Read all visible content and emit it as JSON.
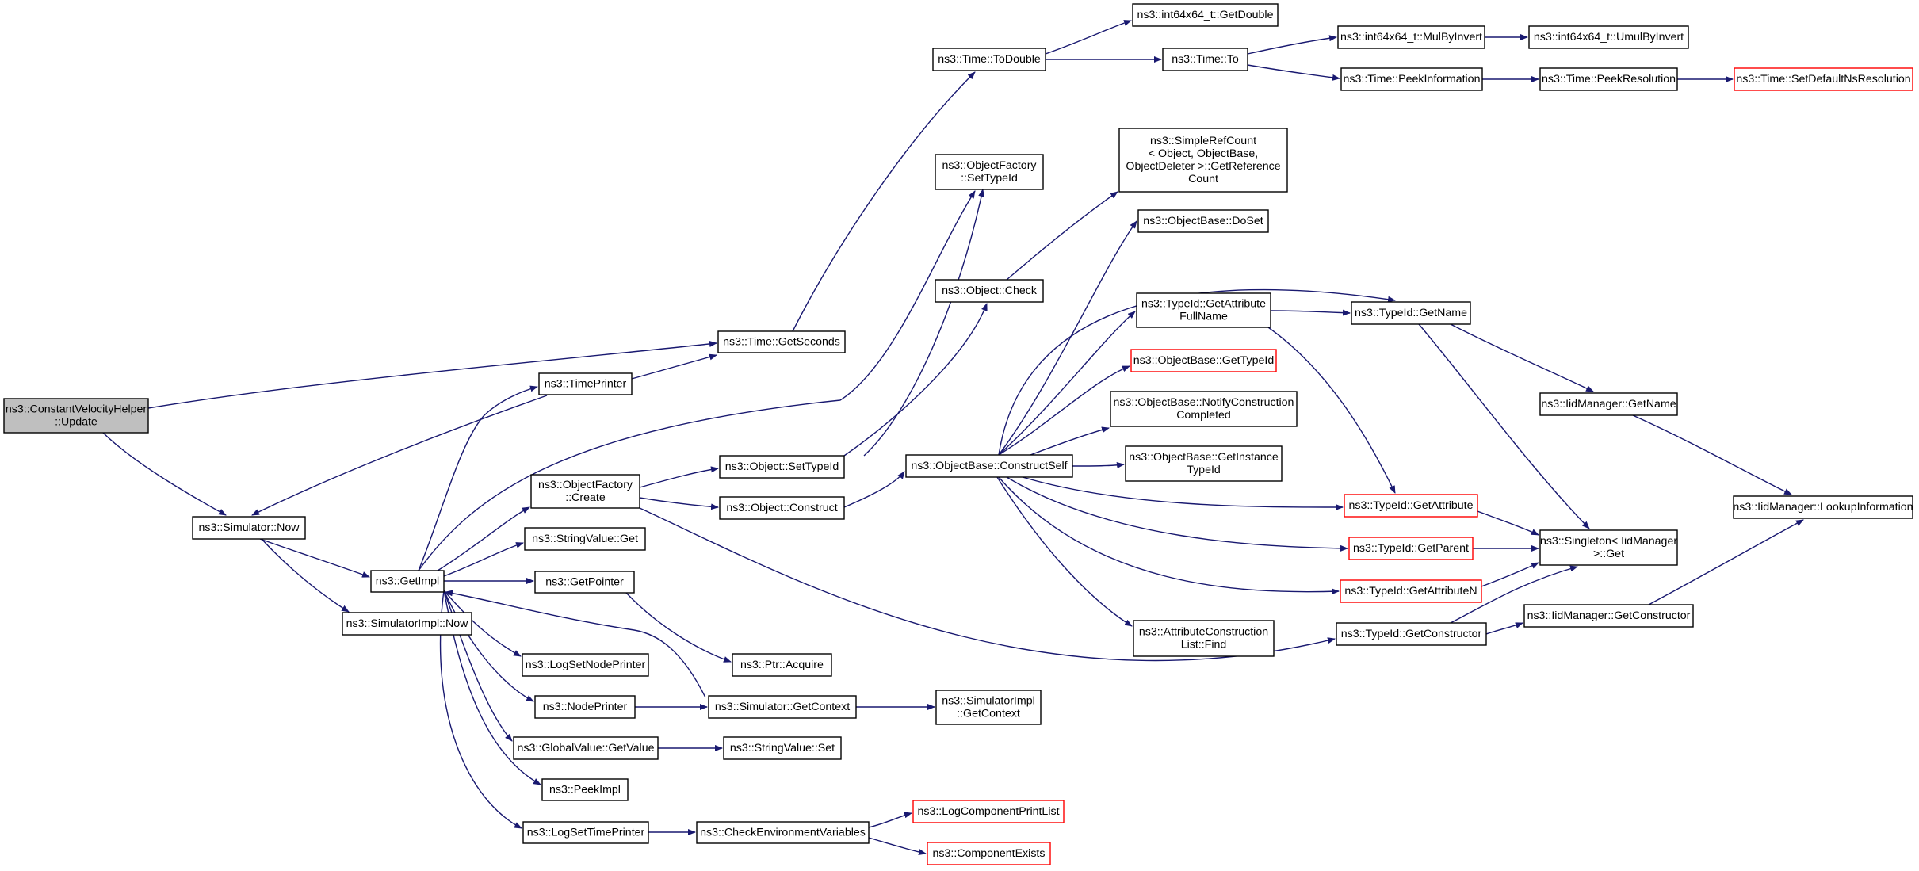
{
  "colors": {
    "edge": "#191970",
    "node_border": "#000000",
    "truncated_border": "#ff0000",
    "root_fill": "#bfbfbf",
    "node_fill": "#ffffff"
  },
  "nodes": [
    {
      "id": "cvh_update",
      "lines": [
        "ns3::ConstantVelocityHelper",
        "::Update"
      ],
      "style": "root"
    },
    {
      "id": "simulator_now",
      "lines": [
        "ns3::Simulator::Now"
      ]
    },
    {
      "id": "getimpl",
      "lines": [
        "ns3::GetImpl"
      ]
    },
    {
      "id": "simulatorimpl_now",
      "lines": [
        "ns3::SimulatorImpl::Now"
      ]
    },
    {
      "id": "timeprinter",
      "lines": [
        "ns3::TimePrinter"
      ]
    },
    {
      "id": "time_getseconds",
      "lines": [
        "ns3::Time::GetSeconds"
      ]
    },
    {
      "id": "objectfactory_create",
      "lines": [
        "ns3::ObjectFactory",
        "::Create"
      ]
    },
    {
      "id": "stringvalue_get",
      "lines": [
        "ns3::StringValue::Get"
      ]
    },
    {
      "id": "getpointer",
      "lines": [
        "ns3::GetPointer"
      ]
    },
    {
      "id": "logsetnodeprinter",
      "lines": [
        "ns3::LogSetNodePrinter"
      ]
    },
    {
      "id": "nodeprinter",
      "lines": [
        "ns3::NodePrinter"
      ]
    },
    {
      "id": "globalvalue_getvalue",
      "lines": [
        "ns3::GlobalValue::GetValue"
      ]
    },
    {
      "id": "peekimpl",
      "lines": [
        "ns3::PeekImpl"
      ]
    },
    {
      "id": "logsettimeprinter",
      "lines": [
        "ns3::LogSetTimePrinter"
      ]
    },
    {
      "id": "object_settypeid",
      "lines": [
        "ns3::Object::SetTypeId"
      ]
    },
    {
      "id": "object_construct",
      "lines": [
        "ns3::Object::Construct"
      ]
    },
    {
      "id": "ptr_acquire",
      "lines": [
        "ns3::Ptr::Acquire"
      ]
    },
    {
      "id": "simulator_getcontext",
      "lines": [
        "ns3::Simulator::GetContext"
      ]
    },
    {
      "id": "stringvalue_set",
      "lines": [
        "ns3::StringValue::Set"
      ]
    },
    {
      "id": "checkenvvars",
      "lines": [
        "ns3::CheckEnvironmentVariables"
      ]
    },
    {
      "id": "time_todouble",
      "lines": [
        "ns3::Time::ToDouble"
      ]
    },
    {
      "id": "objectfactory_settypeid",
      "lines": [
        "ns3::ObjectFactory",
        "::SetTypeId"
      ]
    },
    {
      "id": "object_check",
      "lines": [
        "ns3::Object::Check"
      ]
    },
    {
      "id": "objectbase_constructself",
      "lines": [
        "ns3::ObjectBase::ConstructSelf"
      ]
    },
    {
      "id": "simulatorimpl_getcontext",
      "lines": [
        "ns3::SimulatorImpl",
        "::GetContext"
      ]
    },
    {
      "id": "logcomponentprintlist",
      "lines": [
        "ns3::LogComponentPrintList"
      ],
      "style": "truncated"
    },
    {
      "id": "componentexists",
      "lines": [
        "ns3::ComponentExists"
      ],
      "style": "truncated"
    },
    {
      "id": "int64x64_getdouble",
      "lines": [
        "ns3::int64x64_t::GetDouble"
      ]
    },
    {
      "id": "time_to",
      "lines": [
        "ns3::Time::To"
      ]
    },
    {
      "id": "simplerefcount",
      "lines": [
        "ns3::SimpleRefCount",
        "< Object, ObjectBase,",
        "ObjectDeleter >::GetReference",
        "Count"
      ]
    },
    {
      "id": "objectbase_doset",
      "lines": [
        "ns3::ObjectBase::DoSet"
      ]
    },
    {
      "id": "typeid_getattributefullname",
      "lines": [
        "ns3::TypeId::GetAttribute",
        "FullName"
      ]
    },
    {
      "id": "objectbase_gettypeid",
      "lines": [
        "ns3::ObjectBase::GetTypeId"
      ],
      "style": "truncated"
    },
    {
      "id": "objectbase_notifyconstruction",
      "lines": [
        "ns3::ObjectBase::NotifyConstruction",
        "Completed"
      ]
    },
    {
      "id": "objectbase_getinstancetypeid",
      "lines": [
        "ns3::ObjectBase::GetInstance",
        "TypeId"
      ]
    },
    {
      "id": "attributeconstructionlist_find",
      "lines": [
        "ns3::AttributeConstruction",
        "List::Find"
      ]
    },
    {
      "id": "int64x64_mulbyinvert",
      "lines": [
        "ns3::int64x64_t::MulByInvert"
      ]
    },
    {
      "id": "time_peekinformation",
      "lines": [
        "ns3::Time::PeekInformation"
      ]
    },
    {
      "id": "typeid_getname",
      "lines": [
        "ns3::TypeId::GetName"
      ]
    },
    {
      "id": "typeid_getattribute",
      "lines": [
        "ns3::TypeId::GetAttribute"
      ],
      "style": "truncated"
    },
    {
      "id": "typeid_getparent",
      "lines": [
        "ns3::TypeId::GetParent"
      ],
      "style": "truncated"
    },
    {
      "id": "typeid_getattributen",
      "lines": [
        "ns3::TypeId::GetAttributeN"
      ],
      "style": "truncated"
    },
    {
      "id": "typeid_getconstructor",
      "lines": [
        "ns3::TypeId::GetConstructor"
      ]
    },
    {
      "id": "int64x64_umulbyinvert",
      "lines": [
        "ns3::int64x64_t::UmulByInvert"
      ]
    },
    {
      "id": "time_peekresolution",
      "lines": [
        "ns3::Time::PeekResolution"
      ]
    },
    {
      "id": "iidmanager_getname",
      "lines": [
        "ns3::IidManager::GetName"
      ]
    },
    {
      "id": "singleton_get",
      "lines": [
        "ns3::Singleton< IidManager",
        ">::Get"
      ]
    },
    {
      "id": "iidmanager_getconstructor",
      "lines": [
        "ns3::IidManager::GetConstructor"
      ]
    },
    {
      "id": "time_setdefaultnsresolution",
      "lines": [
        "ns3::Time::SetDefaultNsResolution"
      ],
      "style": "truncated"
    },
    {
      "id": "iidmanager_lookupinformation",
      "lines": [
        "ns3::IidManager::LookupInformation"
      ]
    }
  ]
}
